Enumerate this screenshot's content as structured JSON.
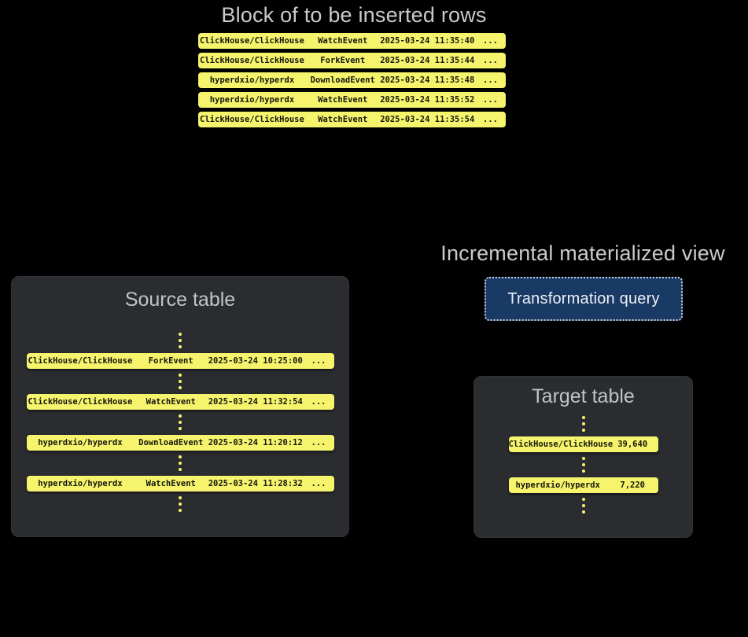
{
  "colors": {
    "page_background": "#000000",
    "row_yellow": "#f5f46c",
    "row_text": "#17170f",
    "panel_background": "#2a2c30",
    "title_gray": "#c9cacc",
    "button_background": "#1a3a66",
    "button_border": "#c9ced6",
    "button_text": "#eef1f4"
  },
  "insert_block": {
    "title": "Block of to be inserted rows",
    "rows": [
      {
        "repo": "ClickHouse/ClickHouse",
        "event": "WatchEvent",
        "timestamp": "2025-03-24 11:35:40",
        "more": "..."
      },
      {
        "repo": "ClickHouse/ClickHouse",
        "event": "ForkEvent",
        "timestamp": "2025-03-24 11:35:44",
        "more": "..."
      },
      {
        "repo": "hyperdxio/hyperdx",
        "event": "DownloadEvent",
        "timestamp": "2025-03-24 11:35:48",
        "more": "..."
      },
      {
        "repo": "hyperdxio/hyperdx",
        "event": "WatchEvent",
        "timestamp": "2025-03-24 11:35:52",
        "more": "..."
      },
      {
        "repo": "ClickHouse/ClickHouse",
        "event": "WatchEvent",
        "timestamp": "2025-03-24 11:35:54",
        "more": "..."
      }
    ]
  },
  "source_table": {
    "title": "Source table",
    "rows": [
      {
        "repo": "ClickHouse/ClickHouse",
        "event": "ForkEvent",
        "timestamp": "2025-03-24 10:25:00",
        "more": "..."
      },
      {
        "repo": "ClickHouse/ClickHouse",
        "event": "WatchEvent",
        "timestamp": "2025-03-24 11:32:54",
        "more": "..."
      },
      {
        "repo": "hyperdxio/hyperdx",
        "event": "DownloadEvent",
        "timestamp": "2025-03-24 11:20:12",
        "more": "..."
      },
      {
        "repo": "hyperdxio/hyperdx",
        "event": "WatchEvent",
        "timestamp": "2025-03-24 11:28:32",
        "more": "..."
      }
    ]
  },
  "materialized_view": {
    "title": "Incremental materialized view",
    "button_label": "Transformation query"
  },
  "target_table": {
    "title": "Target table",
    "rows": [
      {
        "repo": "ClickHouse/ClickHouse",
        "count": "39,640"
      },
      {
        "repo": "hyperdxio/hyperdx",
        "count": "7,220"
      }
    ]
  }
}
